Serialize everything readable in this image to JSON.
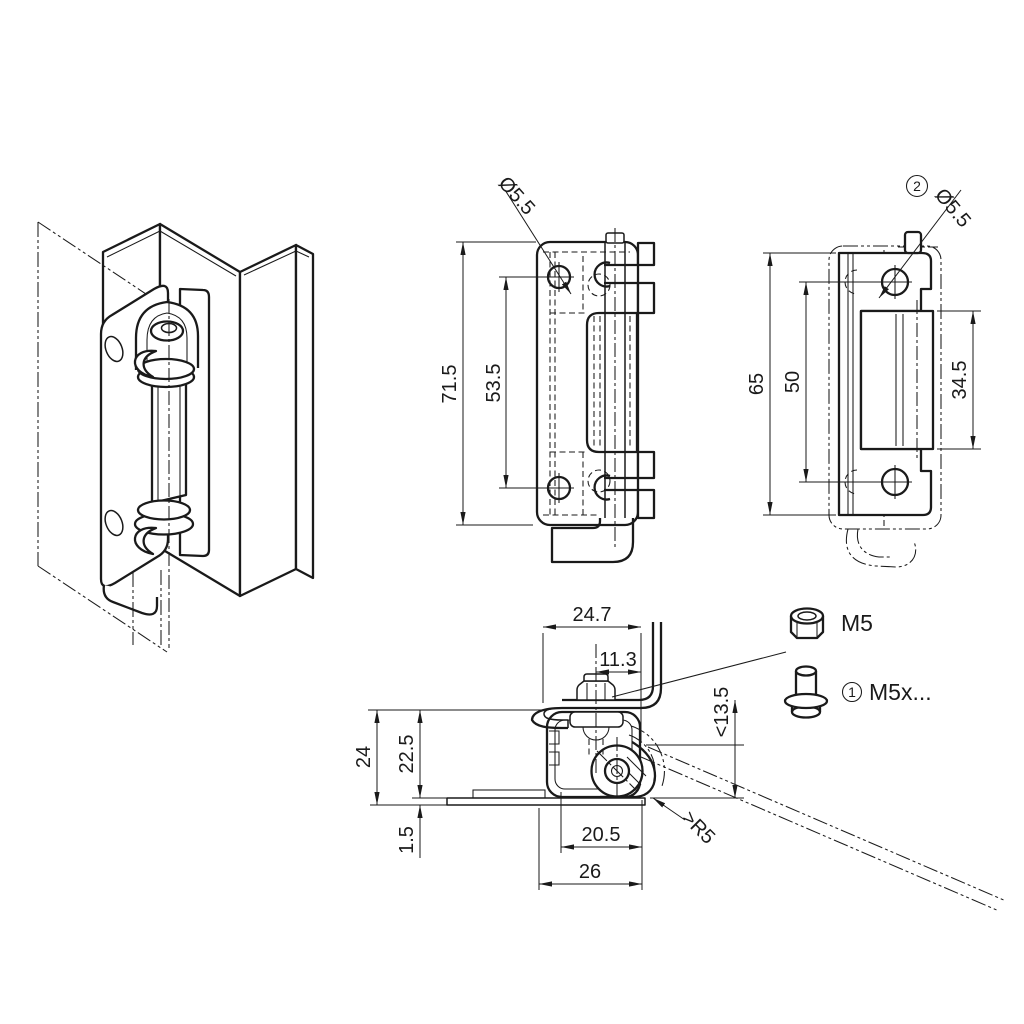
{
  "views": {
    "front": {
      "dim_height": "71.5",
      "dim_hole_spacing": "53.5",
      "dim_hole_diameter": "Ø5.5"
    },
    "back": {
      "callout_number": "2",
      "dim_hole_diameter": "Ø5.5",
      "dim_height": "65",
      "dim_hole_spacing": "50",
      "dim_knuckle_length": "34.5"
    },
    "top": {
      "dim_body_width": "24.7",
      "dim_screw_offset": "11.3",
      "dim_body_depth": "22.5",
      "dim_total_depth": "24",
      "dim_sheet_thickness": "1.5",
      "dim_pivot_offset": "20.5",
      "dim_total_width": "26",
      "dim_max_clearance": "<13.5",
      "dim_min_bend_radius": ">R5"
    },
    "hardware": {
      "nut_label": "M5",
      "screw_callout_number": "1",
      "screw_label": "M5x..."
    }
  },
  "colors": {
    "ink": "#1a1a1a",
    "background": "#ffffff"
  }
}
